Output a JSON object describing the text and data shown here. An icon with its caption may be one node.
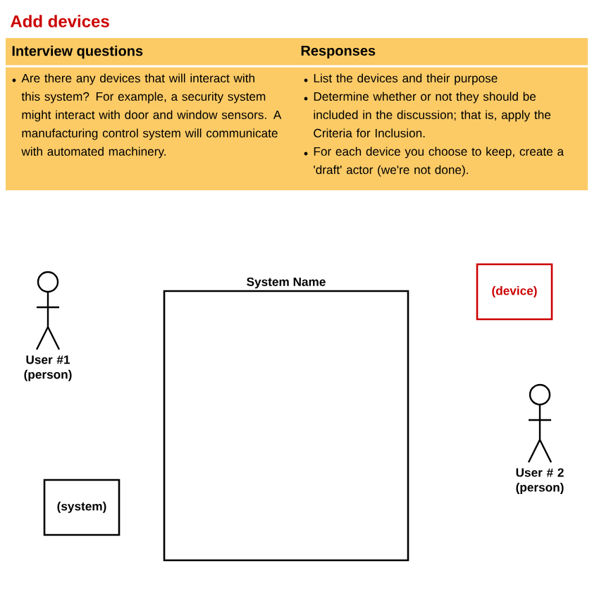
{
  "diagram": {
    "title": "Add devices",
    "nodes": [
      {
        "text": [
          "User #1 (person)"
        ]
      },
      {
        "text": [
          "System Name"
        ]
      },
      {
        "text": [
          "(device)"
        ]
      },
      {
        "text": [
          "User # 2 (person)"
        ]
      },
      {
        "text": [
          "(system)"
        ]
      }
    ],
    "labels": [
      "Interview questions",
      "Responses",
      "Are there any devices that will interact with this system? For example, a security system might interact with door and window sensors. A manufacturing control system will communicate with automated machinery.",
      "List the devices and their purpose",
      "Determine whether or not they should be included in the discussion; that is, apply the Criteria for Inclusion.",
      "For each device you choose to keep, create a 'draft'  actor (we're not done)."
    ]
  }
}
